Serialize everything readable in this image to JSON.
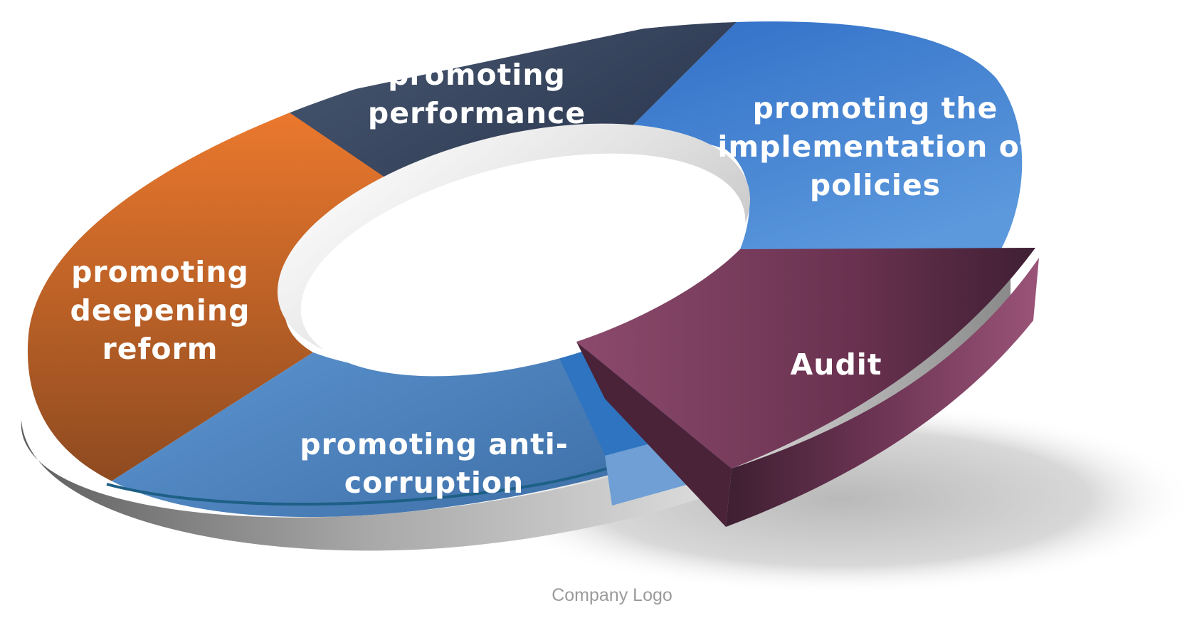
{
  "segments": [
    {
      "id": "performance",
      "label_lines": [
        "promoting",
        "performance"
      ],
      "color": "#3b4a63"
    },
    {
      "id": "policies",
      "label_lines": [
        "promoting the",
        "implementation of",
        "policies"
      ],
      "color": "#4a86d0"
    },
    {
      "id": "reform",
      "label_lines": [
        "promoting",
        "deepening",
        "reform"
      ],
      "color": "#d9712e"
    },
    {
      "id": "corruption",
      "label_lines": [
        "promoting anti-",
        "corruption"
      ],
      "color": "#4b82bf"
    },
    {
      "id": "audit",
      "label_lines": [
        "Audit"
      ],
      "color": "#7a3e5f"
    }
  ],
  "footer": {
    "text": "Company Logo"
  }
}
